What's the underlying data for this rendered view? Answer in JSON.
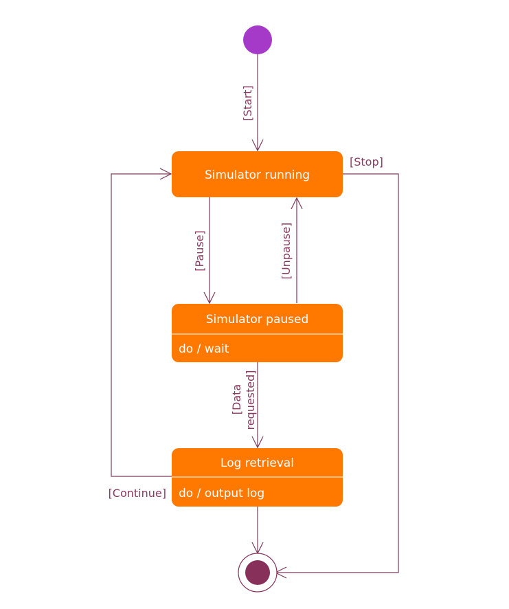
{
  "colors": {
    "state_fill": "#ff7800",
    "initial_node": "#a53ac9",
    "final_node": "#86305a",
    "edge": "#7e3a5a",
    "guard_text": "#8b3a62"
  },
  "states": {
    "running": {
      "title": "Simulator running"
    },
    "paused": {
      "title": "Simulator paused",
      "action": "do / wait"
    },
    "log": {
      "title": "Log retrieval",
      "action": "do / output log"
    }
  },
  "transitions": {
    "start": "[Start]",
    "stop": "[Stop]",
    "pause": "[Pause]",
    "unpause": "[Unpause]",
    "data_requested_line1": "[Data",
    "data_requested_line2": "requested]",
    "continue": "[Continue]"
  }
}
